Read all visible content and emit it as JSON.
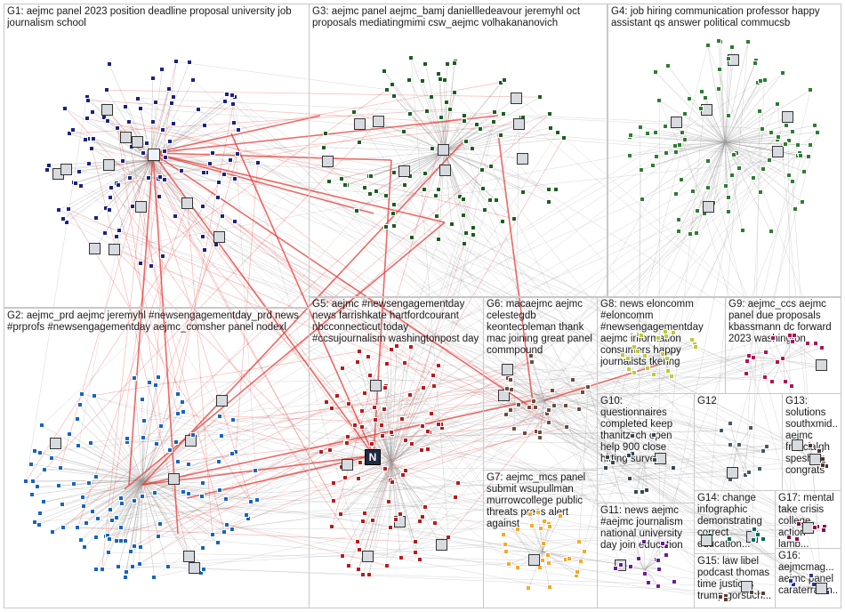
{
  "groups": [
    {
      "id": "G1",
      "label": "G1: aejmc panel 2023 position deadline proposal university job journalism school",
      "color": "#1a237e"
    },
    {
      "id": "G2",
      "label": "G2: aejmc_prd aejmc jeremyhl #newsengagementday_prd news #prprofs #newsengagementday aejmc_comsher panel nodexl",
      "color": "#1565c0"
    },
    {
      "id": "G3",
      "label": "G3: aejmc panel aejmc_bamj daniellledeavour jeremyhl oct proposals mediatingmimi csw_aejmc volhakananovich",
      "color": "#1b5e20"
    },
    {
      "id": "G4",
      "label": "G4: job hiring communication professor happy assistant qs answer political commucsb",
      "color": "#2e7d32"
    },
    {
      "id": "G5",
      "label": "G5: aejmc #newsengagementday news farrishkate hartfordcourant nbcconnecticut today #ccsujournalism washingtonpost day",
      "color": "#b71c1c"
    },
    {
      "id": "G6",
      "label": "G6: macaejmc aejmc celestegdb keontecoleman thank mac joining great panel commpound",
      "color": "#6d4c41"
    },
    {
      "id": "G7",
      "label": "G7: aejmc_mcs panel submit wsupullman murrowcollege public threats press alert against",
      "color": "#f9a825"
    },
    {
      "id": "G8",
      "label": "G8: news eloncomm #eloncomm #newsengagementday aejmc information consumers happy journalists tkenng",
      "color": "#c0ca33"
    },
    {
      "id": "G9",
      "label": "G9: aejmc_ccs aejmc panel due proposals kbassmann dc forward 2023 washington",
      "color": "#ad1457"
    },
    {
      "id": "G10",
      "label": "G10: questionnaires completed keep thanitzsch open help 900 close hitting survey",
      "color": "#37474f"
    },
    {
      "id": "G11",
      "label": "G11: news aejmc #aejmc journalism national university day join education",
      "color": "#6a1b9a"
    },
    {
      "id": "G12",
      "label": "G12",
      "color": "#455a64"
    },
    {
      "id": "G13",
      "label": "G13: solutions southxmid... aejmc francialgh speshkin congrats",
      "color": "#4e342e"
    },
    {
      "id": "G14",
      "label": "G14: change infographic demonstrating correct education...",
      "color": "#00695c"
    },
    {
      "id": "G15",
      "label": "G15: law libel podcast thomas time justices trump gorsuch...",
      "color": "#5d4037"
    },
    {
      "id": "G16",
      "label": "G16: aejmcmag... aejmc panel caraterracin...",
      "color": "#283593"
    },
    {
      "id": "G17",
      "label": "G17: mental take crisis college action lamb...",
      "color": "#880e4f"
    }
  ]
}
